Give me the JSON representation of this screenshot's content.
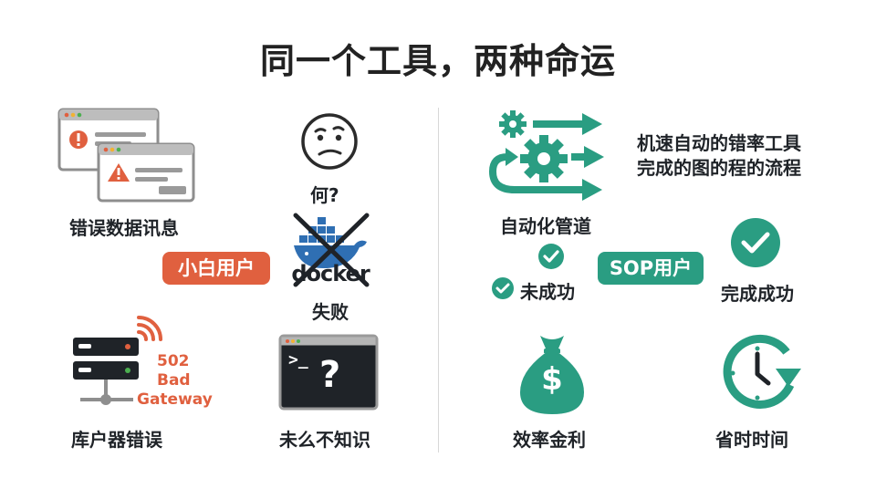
{
  "title": "同一个工具，两种命运",
  "left": {
    "badge": "小白用户",
    "error_data": {
      "label": "错误数据讯息",
      "icon": "error-windows-icon"
    },
    "confused": {
      "label": "何?",
      "icon": "confused-face-icon"
    },
    "docker_fail": {
      "label": "失败",
      "logo_text": "docker",
      "icon": "crossed-docker-icon"
    },
    "server_error": {
      "label": "库户器错误",
      "error_lines": [
        "502",
        "Bad",
        "Gateway"
      ],
      "icon": "server-wifi-icon"
    },
    "terminal": {
      "label": "未么不知识",
      "prompt": ">_",
      "mark": "?",
      "icon": "terminal-question-icon"
    }
  },
  "right": {
    "badge": "SOP用户",
    "pipeline": {
      "label": "自动化管道",
      "icon": "gear-pipeline-icon"
    },
    "description": [
      "机速自动的错率工具",
      "完成的图的程的流程"
    ],
    "partial": {
      "label": "未成功",
      "icon": "check-circle-icon"
    },
    "small_check_icon": "check-circle-icon",
    "complete": {
      "label": "完成成功",
      "icon": "check-circle-icon"
    },
    "money": {
      "label": "效率金利",
      "icon": "money-bag-icon",
      "symbol": "$"
    },
    "time": {
      "label": "省时时间",
      "icon": "clock-arrow-icon"
    }
  },
  "colors": {
    "red": "#e0603f",
    "green": "#2a9d82",
    "dark": "#1f2328",
    "window_gray": "#9a9a9a"
  }
}
